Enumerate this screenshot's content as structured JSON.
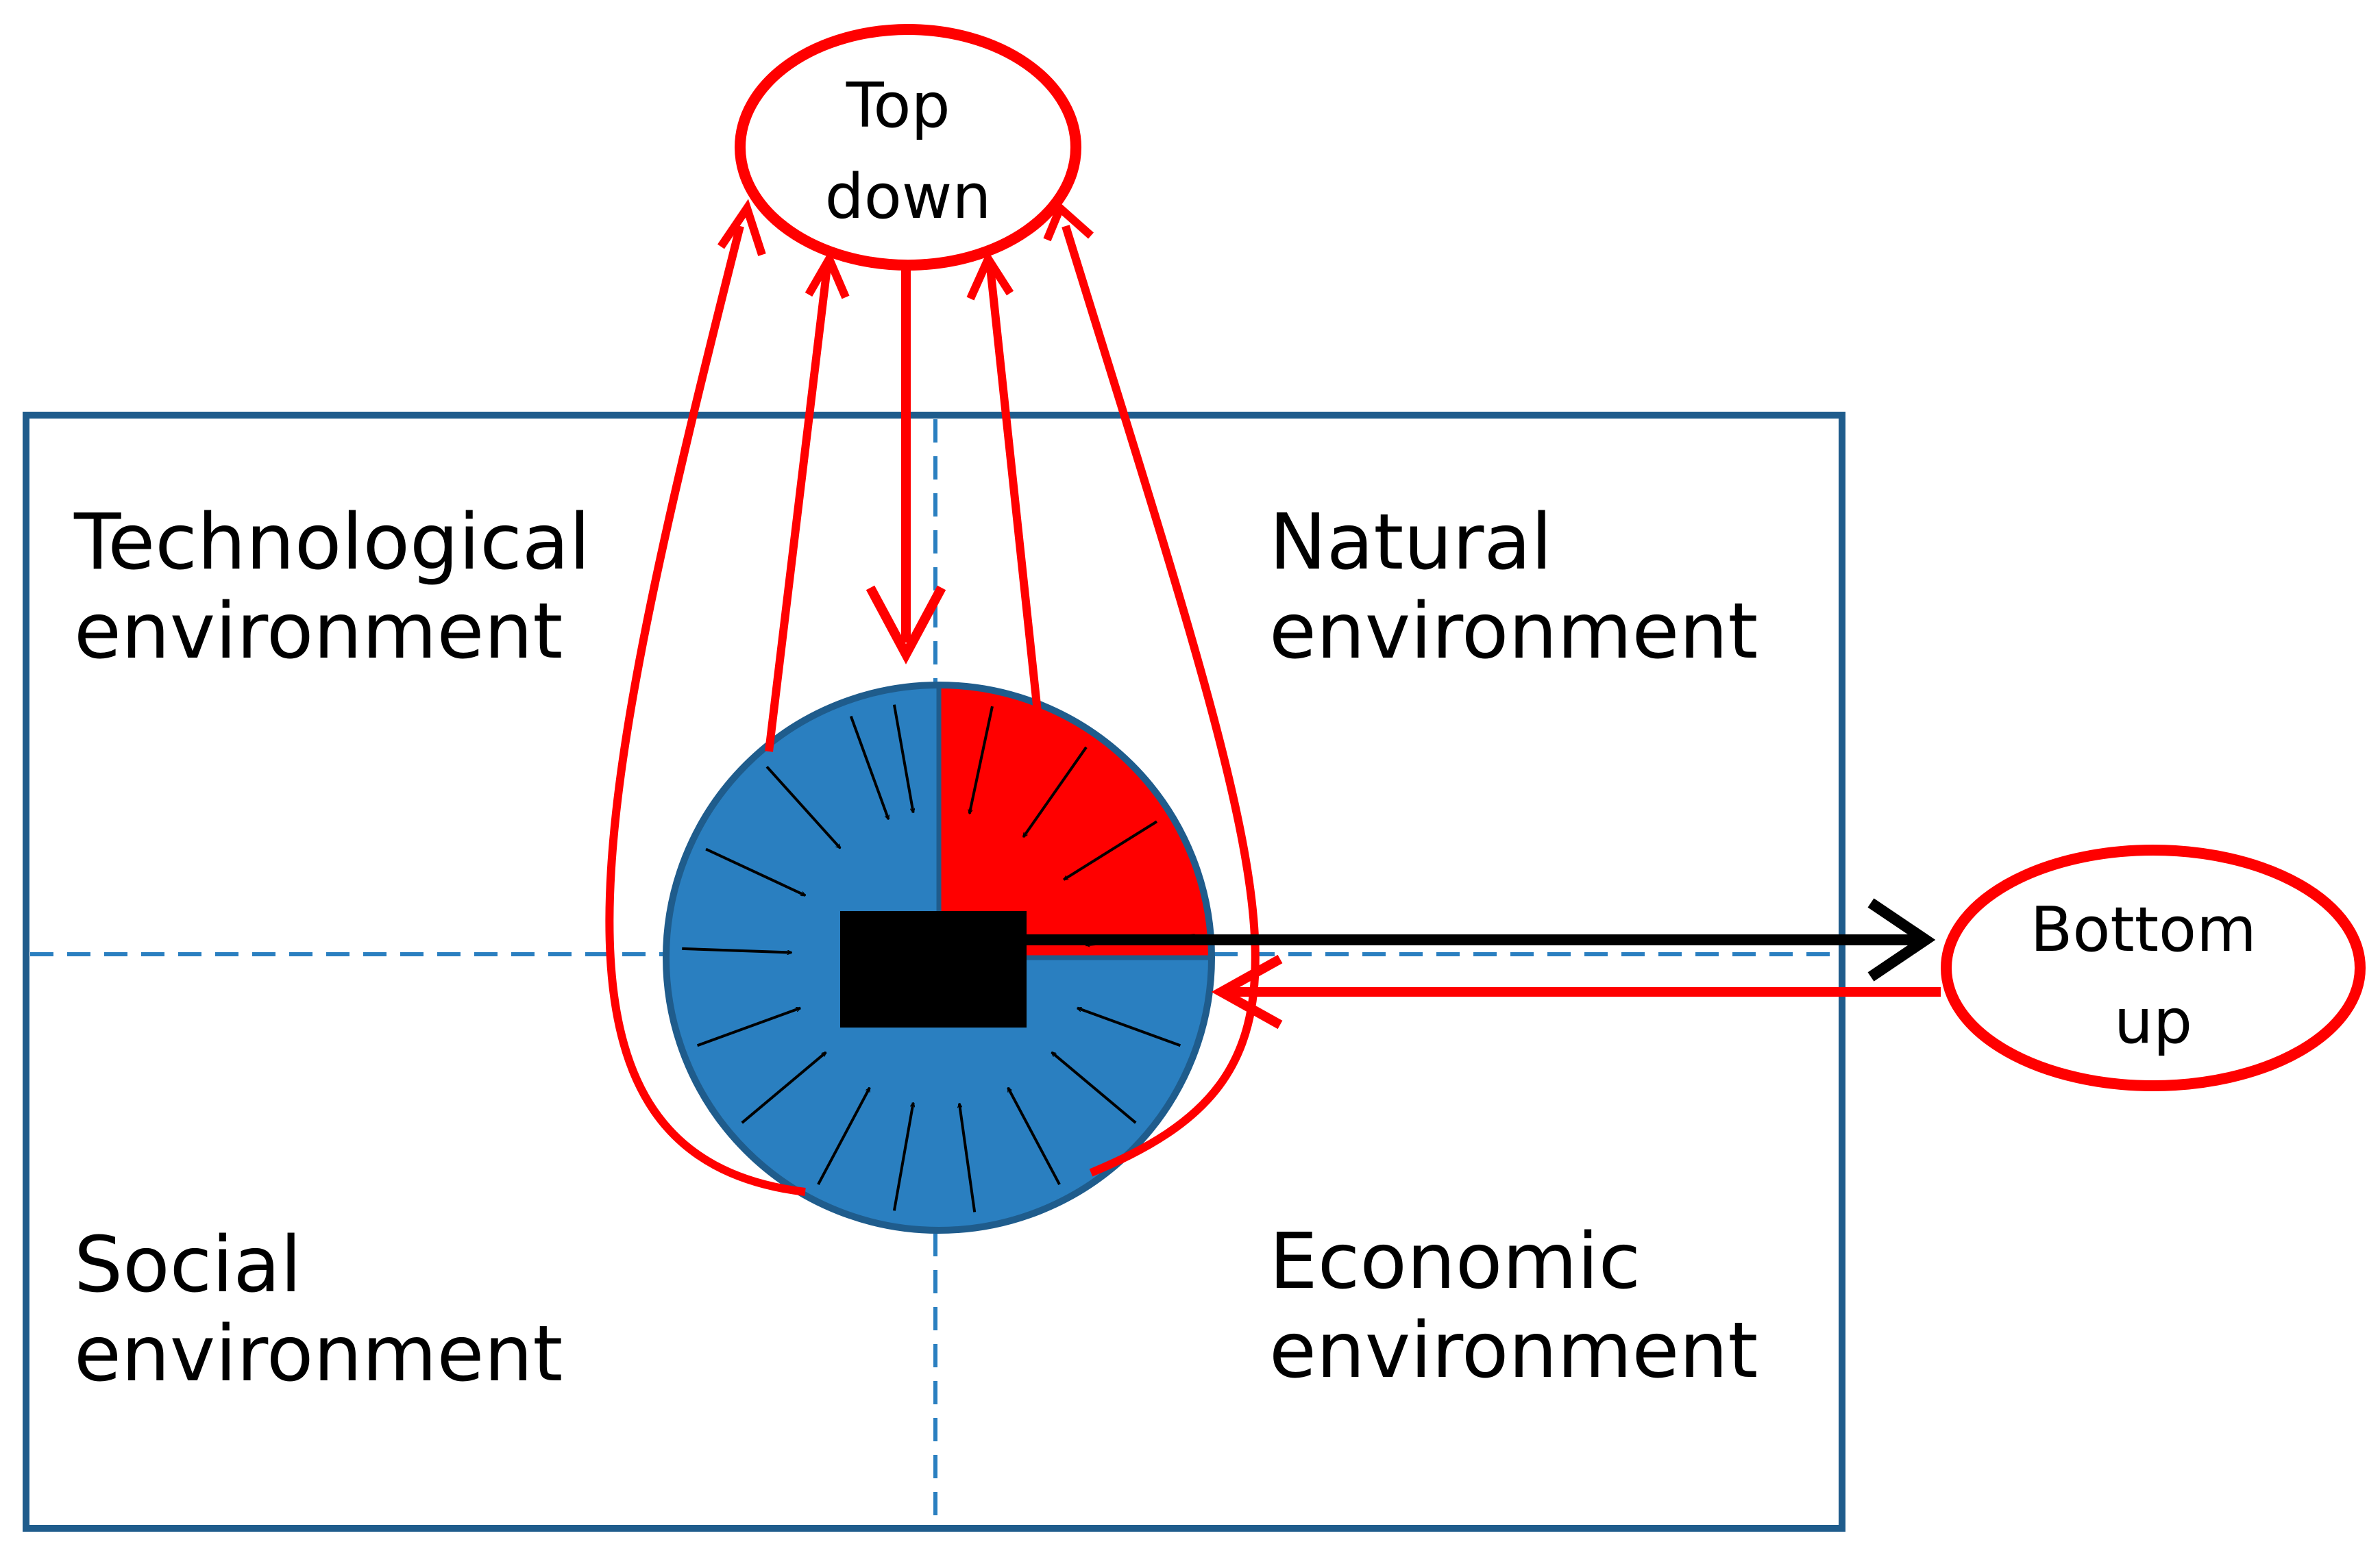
{
  "quadrants": {
    "technological": {
      "line1": "Technological",
      "line2": "environment"
    },
    "natural": {
      "line1": "Natural",
      "line2": "environment"
    },
    "social": {
      "line1": "Social",
      "line2": "environment"
    },
    "economic": {
      "line1": "Economic",
      "line2": "environment"
    }
  },
  "nodes": {
    "top_down": {
      "line1": "Top",
      "line2": "down"
    },
    "bottom_up": {
      "line1": "Bottom",
      "line2": "up"
    }
  },
  "colors": {
    "frame": "#1f5c8c",
    "disc_blue": "#2a7fc0",
    "highlight_red": "#ff0000",
    "arrow_black": "#000000"
  }
}
